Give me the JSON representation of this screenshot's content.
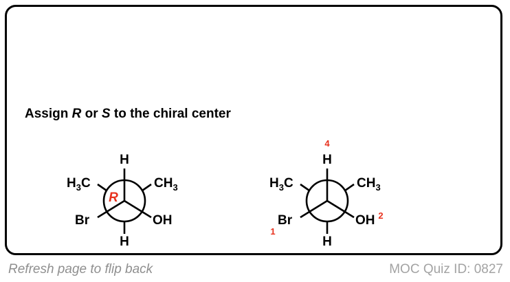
{
  "prompt": {
    "part1": "Assign ",
    "r": "R",
    "part2": " or ",
    "s": "S",
    "part3": " to the chiral center"
  },
  "left_projection": {
    "top": "H",
    "bottom": "H",
    "upper_left": "H",
    "upper_left_sub": "3",
    "upper_left_tail": "C",
    "upper_right": "CH",
    "upper_right_sub": "3",
    "lower_left": "Br",
    "lower_right": "OH",
    "center_label": "R"
  },
  "right_projection": {
    "top": "H",
    "bottom": "H",
    "upper_left": "H",
    "upper_left_sub": "3",
    "upper_left_tail": "C",
    "upper_right": "CH",
    "upper_right_sub": "3",
    "lower_left": "Br",
    "lower_right": "OH",
    "priority_h": "4",
    "priority_br": "1",
    "priority_oh": "2"
  },
  "footer": {
    "refresh": "Refresh page to flip back",
    "quiz_id": "MOC Quiz ID: 0827"
  },
  "colors": {
    "accent": "#e8321e",
    "ink": "#000000",
    "footer_gray": "#8f8f8f"
  }
}
